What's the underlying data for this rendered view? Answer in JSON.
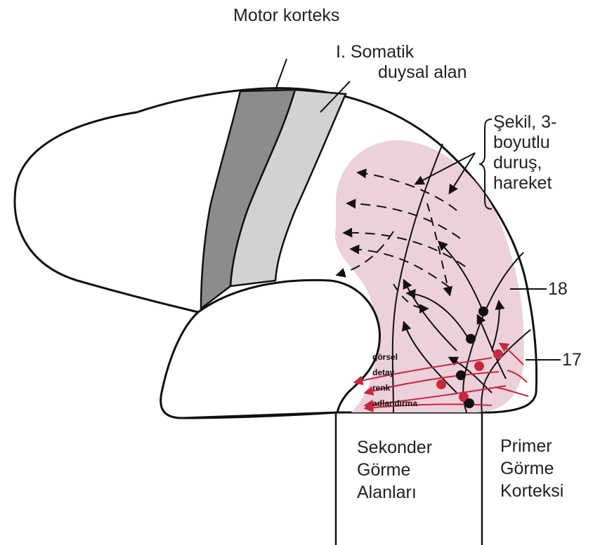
{
  "labels": {
    "motor_cortex": "Motor korteks",
    "somatic_area": [
      "I. Somatik",
      "duysal alan"
    ],
    "shape_3d": [
      "Şekil, 3-",
      "boyutlu",
      "duruş,",
      "hareket"
    ],
    "area_18": "18",
    "area_17": "17",
    "visual_details": [
      "görsel",
      "detay",
      "renk",
      "adlandırma"
    ],
    "secondary_visual": [
      "Sekonder",
      "Görme",
      "Alanları"
    ],
    "primary_visual": [
      "Primer",
      "Görme",
      "Korteksi"
    ]
  },
  "colors": {
    "pink_region": "#ecd0da",
    "motor_strip": "#8c8c8c",
    "somatic_strip": "#cfcfcf",
    "red_arrows": "#c8283c",
    "outline": "#111111"
  }
}
